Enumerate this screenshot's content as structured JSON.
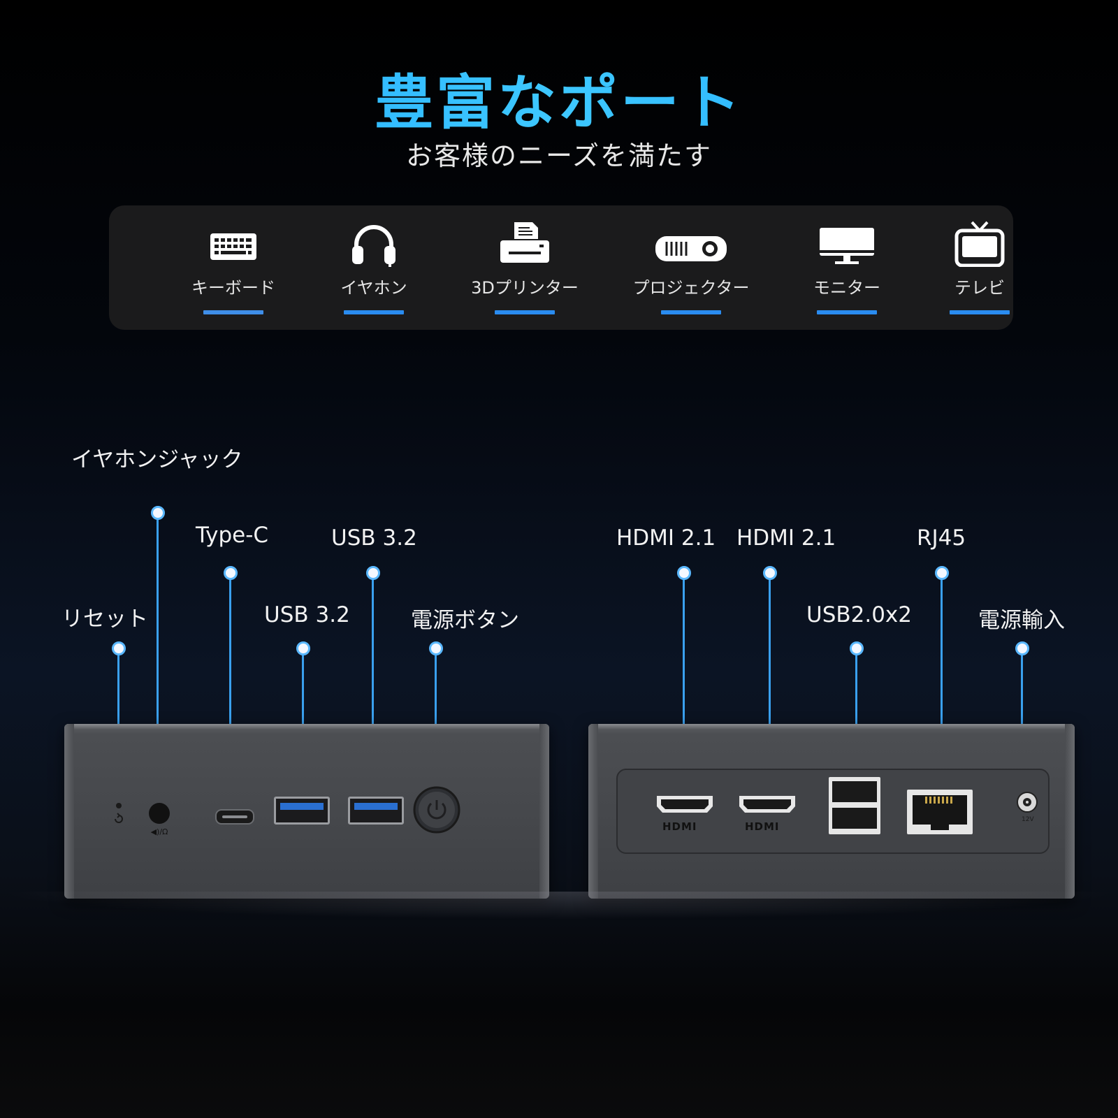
{
  "header": {
    "title": "豊富なポート",
    "subtitle": "お客様のニーズを満たす"
  },
  "devices": [
    {
      "label": "キーボード",
      "icon": "keyboard-icon"
    },
    {
      "label": "イヤホン",
      "icon": "headphones-icon"
    },
    {
      "label": "3Dプリンター",
      "icon": "printer-icon"
    },
    {
      "label": "プロジェクター",
      "icon": "projector-icon"
    },
    {
      "label": "モニター",
      "icon": "monitor-icon"
    },
    {
      "label": "テレビ",
      "icon": "tv-icon"
    }
  ],
  "front_ports": {
    "earphone_jack": "イヤホンジャック",
    "reset": "リセット",
    "type_c": "Type-C",
    "usb_1": "USB 3.2",
    "usb_2": "USB 3.2",
    "power_button": "電源ボタン"
  },
  "rear_ports": {
    "hdmi_1": "HDMI 2.1",
    "hdmi_2": "HDMI 2.1",
    "usb2": "USB2.0x2",
    "rj45": "RJ45",
    "power_in": "電源輸入"
  },
  "hardware_text": {
    "hdmi_logo": "HDMI",
    "dc_label": "12V"
  },
  "colors": {
    "title_gradient": "#1aa3ff",
    "accent_bar": "#2a8cf0",
    "leader_line": "#3aa0ee"
  }
}
